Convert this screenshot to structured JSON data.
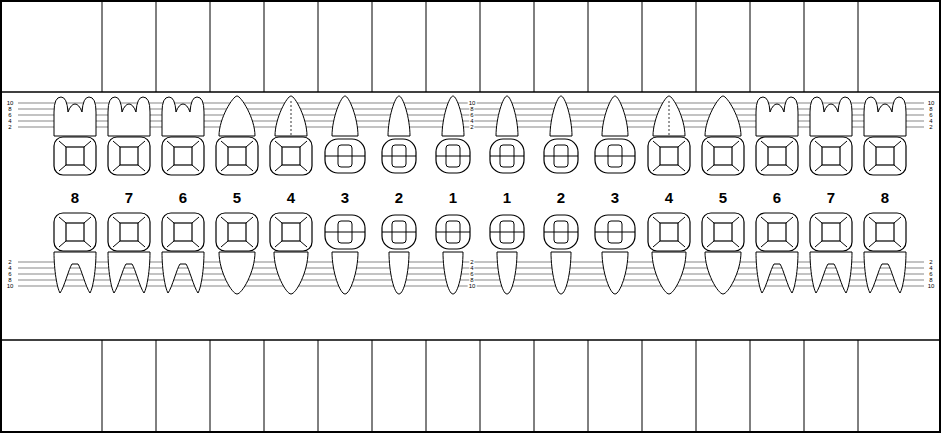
{
  "diagram": {
    "labels": [
      "10",
      "8",
      "6",
      "4",
      "2",
      "10",
      "8",
      "6",
      "4",
      "2",
      "10",
      "8",
      "6",
      "4",
      "2",
      "8",
      "7",
      "6",
      "5",
      "4",
      "3",
      "2",
      "1",
      "1",
      "2",
      "3",
      "4",
      "5",
      "6",
      "7",
      "8",
      "2",
      "4",
      "6",
      "8",
      "10",
      "2",
      "4",
      "6",
      "8",
      "10",
      "2",
      "4",
      "6",
      "8",
      "10"
    ]
  }
}
